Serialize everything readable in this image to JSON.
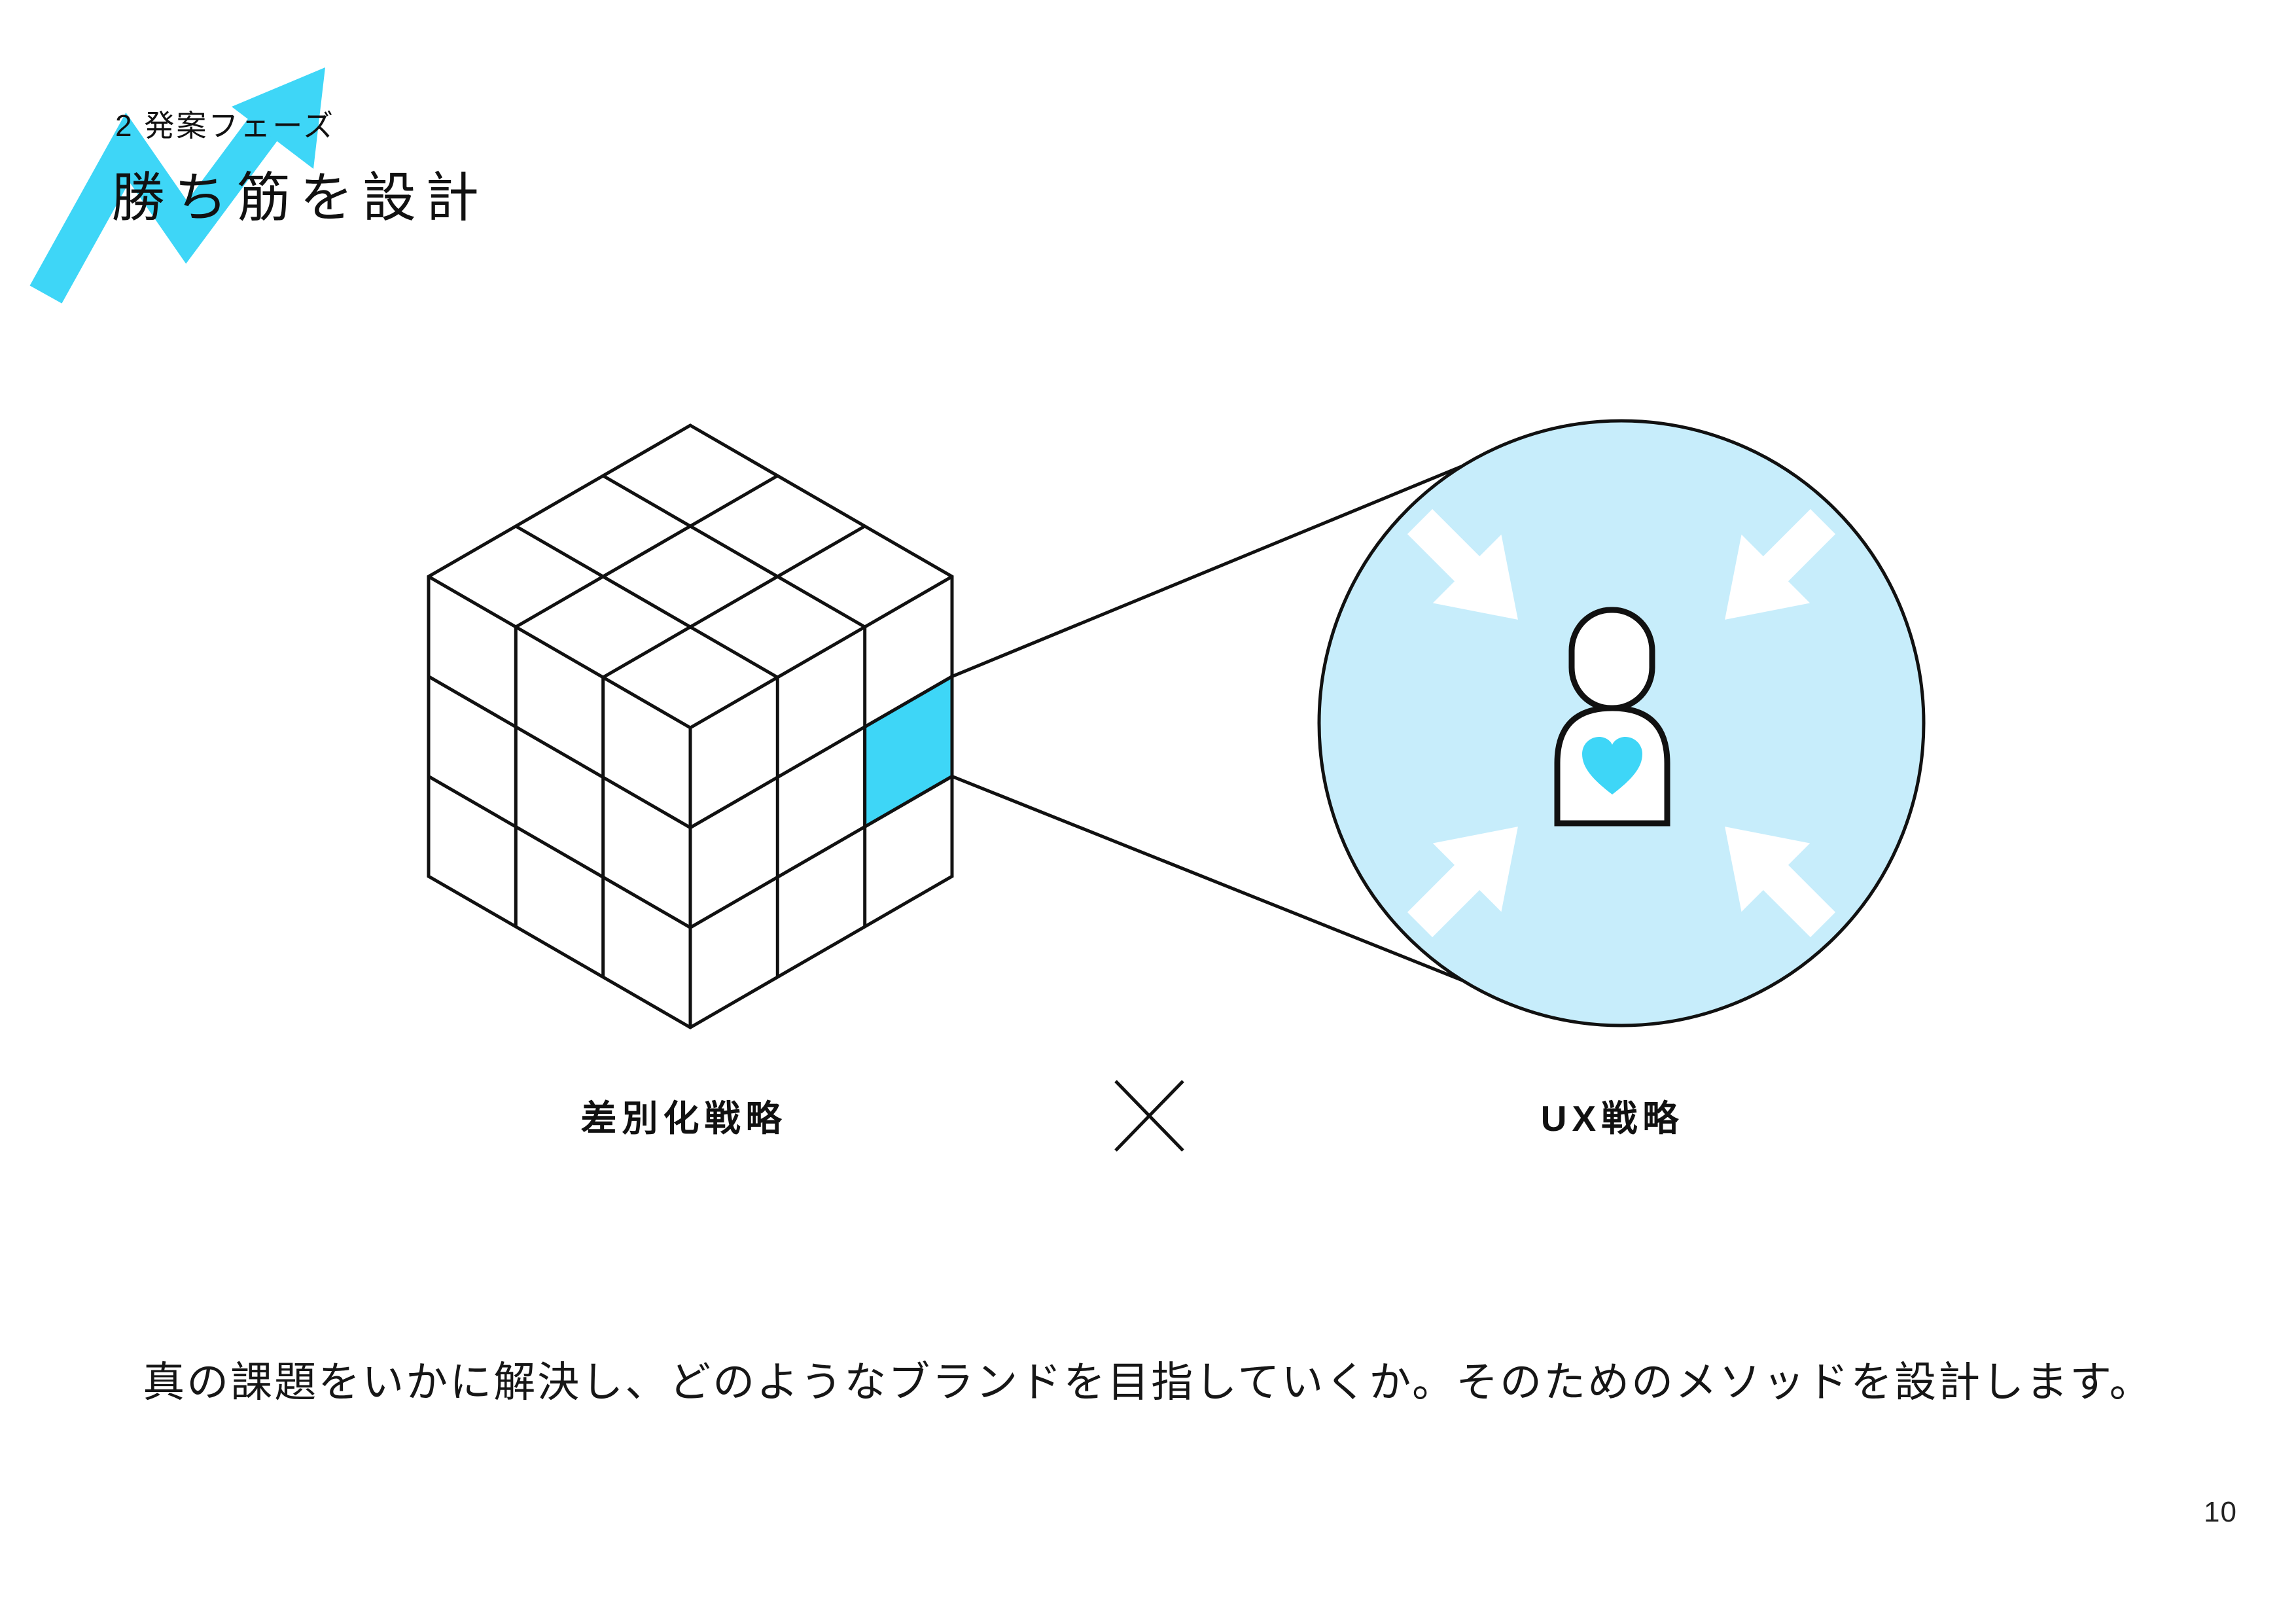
{
  "slide": {
    "section_label": "2 発案フェーズ",
    "title": "勝ち筋を設計",
    "description": "真の課題をいかに解決し、どのようなブランドを目指していくか。そのためのメソッドを設計します。",
    "page_number": "10"
  },
  "diagram": {
    "left_label": "差別化戦略",
    "operator": "×",
    "right_label": "UX戦略",
    "icons": [
      "growth-arrow-icon",
      "strategy-cube",
      "highlighted-cell",
      "magnifier-callout-lines",
      "ux-circle",
      "inward-arrow-icon",
      "person-icon",
      "heart-icon",
      "multiply-icon"
    ]
  },
  "colors": {
    "accent-cyan": "#3ED6F7",
    "circle-fill": "#C7EDFB",
    "ink": "#111111"
  }
}
